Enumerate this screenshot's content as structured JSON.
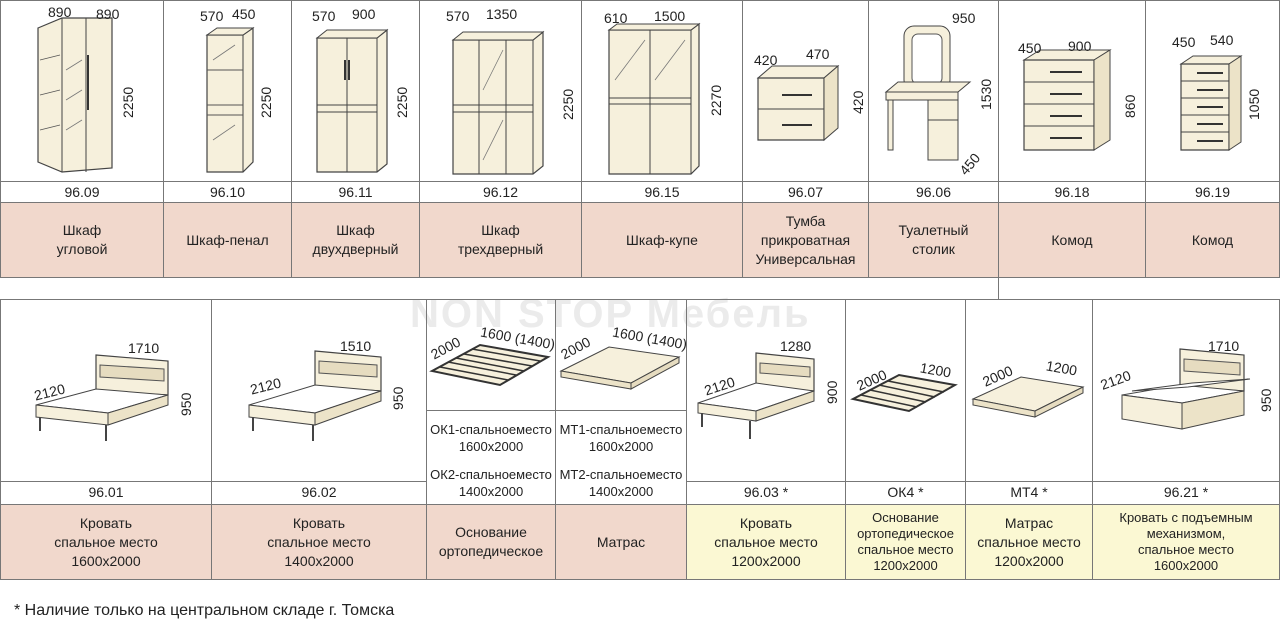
{
  "watermark": "NON STOP Мебель",
  "top_row": [
    {
      "code": "96.09",
      "name": "Шкаф\nугловой",
      "dims": [
        "890",
        "890",
        "2250"
      ]
    },
    {
      "code": "96.10",
      "name": "Шкаф-пенал",
      "dims": [
        "570",
        "450",
        "2250"
      ]
    },
    {
      "code": "96.11",
      "name": "Шкаф\nдвухдверный",
      "dims": [
        "570",
        "900",
        "2250"
      ]
    },
    {
      "code": "96.12",
      "name": "Шкаф\nтрехдверный",
      "dims": [
        "570",
        "1350",
        "2250"
      ]
    },
    {
      "code": "96.15",
      "name": "Шкаф-купе",
      "dims": [
        "610",
        "1500",
        "2270"
      ]
    },
    {
      "code": "96.07",
      "name": "Тумба\nприкроватная\nУниверсальная",
      "dims": [
        "420",
        "470",
        "420"
      ]
    },
    {
      "code": "96.06",
      "name": "Туалетный\nстолик",
      "dims": [
        "950",
        "1530",
        "450"
      ]
    },
    {
      "code": "96.18",
      "name": "Комод",
      "dims": [
        "450",
        "900",
        "860"
      ]
    },
    {
      "code": "96.19",
      "name": "Комод",
      "dims": [
        "450",
        "540",
        "1050"
      ]
    }
  ],
  "bottom_row": [
    {
      "code": "96.01",
      "name": "Кровать\nспальное место\n1600x2000",
      "dims": [
        "2120",
        "1710",
        "950"
      ]
    },
    {
      "code": "96.02",
      "name": "Кровать\nспальное место\n1400x2000",
      "dims": [
        "2120",
        "1510",
        "950"
      ]
    },
    {
      "code": "",
      "name": "Основание\nортопедическое",
      "dims": [
        "2000",
        "1600 (1400)"
      ],
      "spec1": "ОК1-спальноеместо\n1600x2000",
      "spec2": "ОК2-спальноеместо\n1400x2000"
    },
    {
      "code": "",
      "name": "Матрас",
      "dims": [
        "2000",
        "1600 (1400)"
      ],
      "spec1": "МТ1-спальноеместо\n1600x2000",
      "spec2": "МТ2-спальноеместо\n1400x2000"
    },
    {
      "code": "96.03 *",
      "name": "Кровать\nспальное место\n1200x2000",
      "dims": [
        "2120",
        "1280",
        "900"
      ]
    },
    {
      "code": "ОК4 *",
      "name": "Основание\nортопедическое\nспальное место\n1200x2000",
      "dims": [
        "2000",
        "1200"
      ]
    },
    {
      "code": "МТ4 *",
      "name": "Матрас\nспальное место\n1200x2000",
      "dims": [
        "2000",
        "1200"
      ]
    },
    {
      "code": "96.21 *",
      "name": "Кровать с подъемным\nмеханизмом,\nспальное место\n1600x2000",
      "dims": [
        "2120",
        "1710",
        "950"
      ]
    }
  ],
  "footnote": "* Наличие только на центральном складе г. Томска",
  "colors": {
    "pink": "#f1d8cc",
    "yellow": "#fbf8d3",
    "furniture": "#f6f0dc"
  }
}
